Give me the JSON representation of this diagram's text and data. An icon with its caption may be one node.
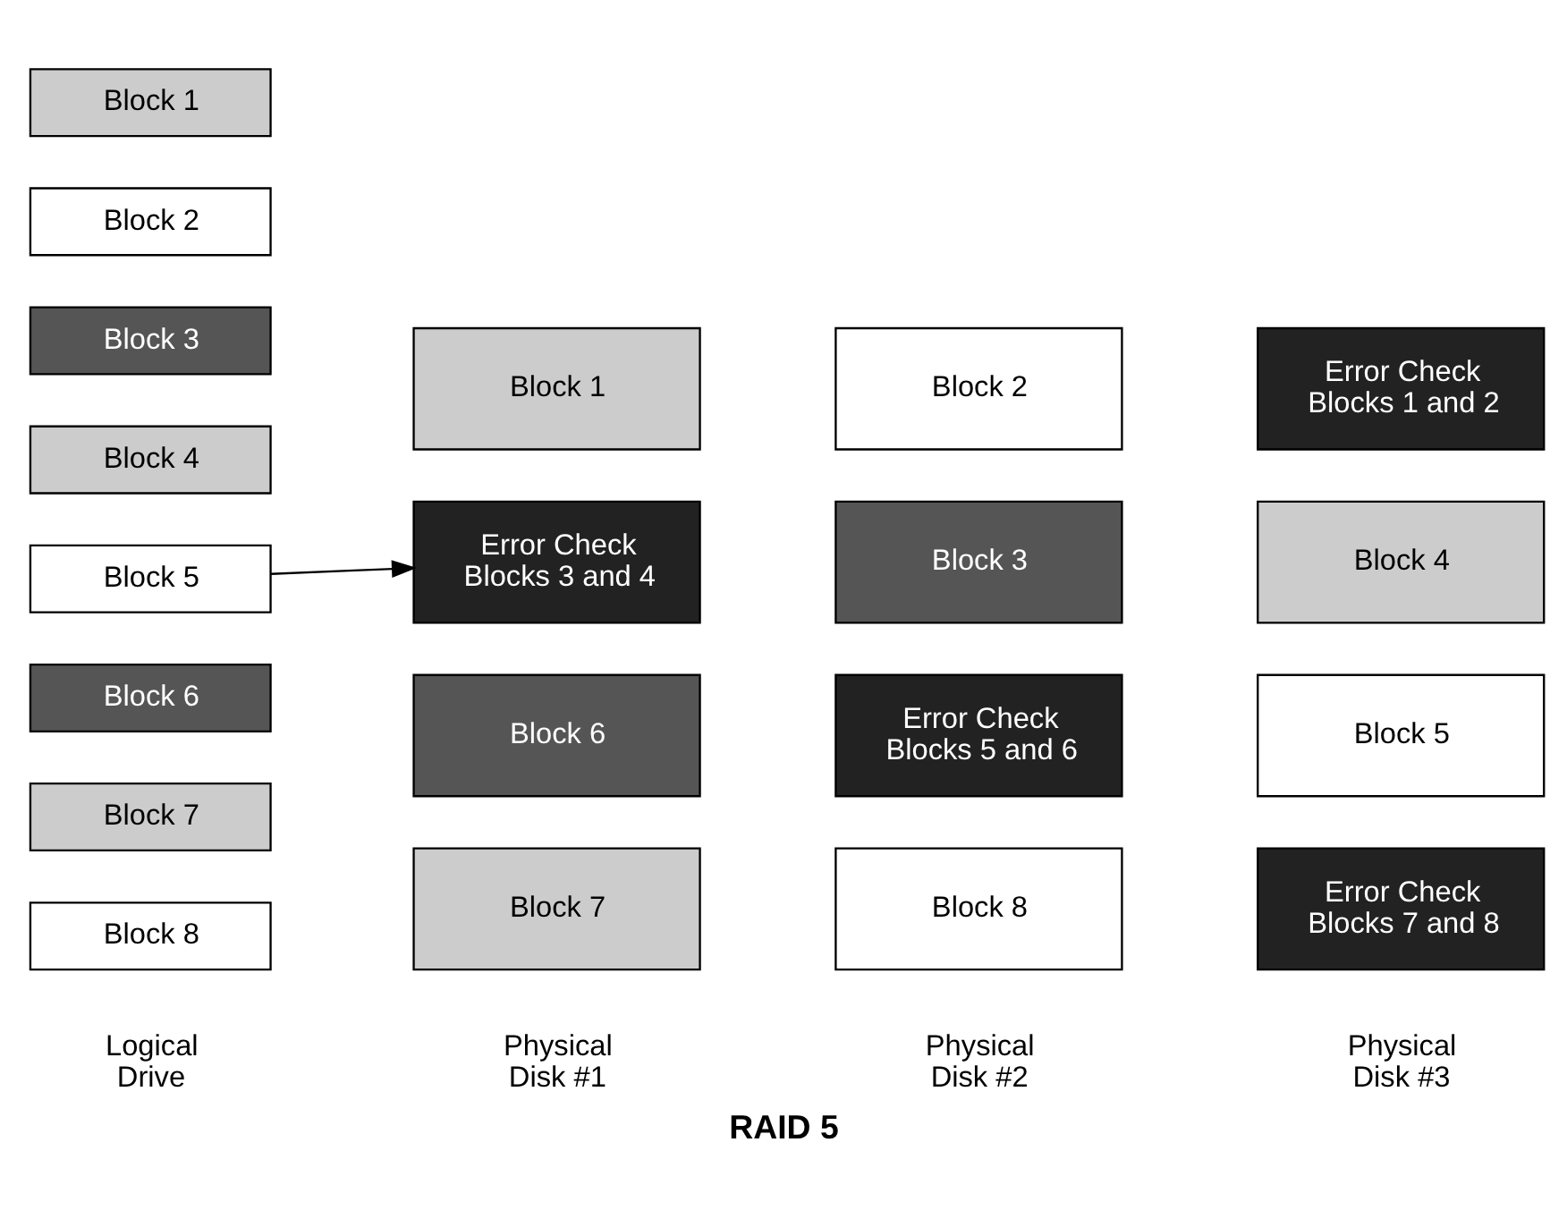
{
  "diagram": {
    "caption": "RAID 5",
    "nodes": [
      {
        "text": [
          "Block 1"
        ]
      },
      {
        "text": [
          "Block 2"
        ]
      },
      {
        "text": [
          "Block 3"
        ]
      },
      {
        "text": [
          "Block 4"
        ]
      },
      {
        "text": [
          "Block 5"
        ]
      },
      {
        "text": [
          "Block 6"
        ]
      },
      {
        "text": [
          "Block 7"
        ]
      },
      {
        "text": [
          "Block 8"
        ]
      },
      {
        "text": [
          "Block 1"
        ]
      },
      {
        "text": [
          "Block 2"
        ]
      },
      {
        "text": [
          "Error Check Blocks 1 and 2"
        ]
      },
      {
        "text": [
          "Error Check Blocks 3 and 4"
        ]
      },
      {
        "text": [
          "Block 3"
        ]
      },
      {
        "text": [
          "Block 4"
        ]
      },
      {
        "text": [
          "Block 6"
        ]
      },
      {
        "text": [
          "Error Check Blocks 5 and 6"
        ]
      },
      {
        "text": [
          "Block 5"
        ]
      },
      {
        "text": [
          "Block 7"
        ]
      },
      {
        "text": [
          "Block 8"
        ]
      },
      {
        "text": [
          "Error Check Blocks 7 and 8"
        ]
      }
    ],
    "edges": [
      {
        "from": 4,
        "to": 11,
        "arrow": "to"
      }
    ],
    "labels": [
      "Logical Drive",
      "Physical Disk #1",
      "Physical Disk #2",
      "Physical Disk #3"
    ]
  }
}
